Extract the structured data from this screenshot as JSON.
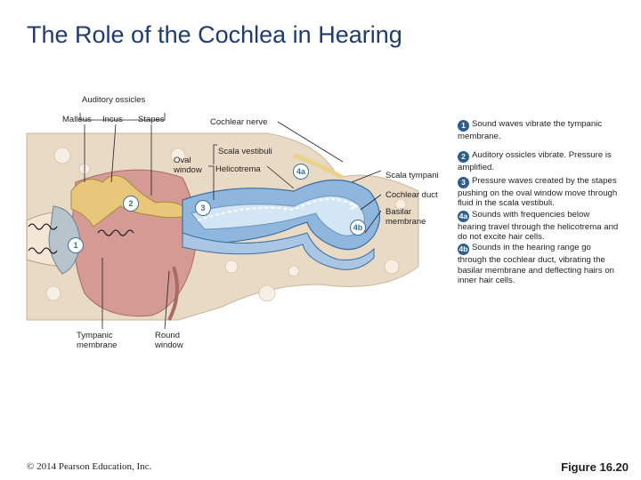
{
  "title": "The Role of the Cochlea in Hearing",
  "labels": {
    "auditory_ossicles": "Auditory ossicles",
    "malleus": "Malleus",
    "incus": "Incus",
    "stapes": "Stapes",
    "cochlear_nerve": "Cochlear nerve",
    "scala_vestibuli": "Scala vestibuli",
    "oval_window": "Oval window",
    "helicotrema": "Helicotrema",
    "scala_tympani": "Scala tympani",
    "cochlear_duct": "Cochlear duct",
    "basilar_membrane": "Basilar membrane",
    "tympanic_membrane": "Tympanic membrane",
    "round_window": "Round window"
  },
  "steps": [
    {
      "num": "1",
      "text": "Sound waves vibrate the tympanic membrane."
    },
    {
      "num": "2",
      "text": "Auditory ossicles vibrate. Pressure is amplified."
    },
    {
      "num": "3",
      "text": "Pressure waves created by the stapes pushing on the oval window move through fluid in the scala vestibuli."
    },
    {
      "num": "4a",
      "text": "Sounds with frequencies below hearing travel through the helicotrema and do not excite hair cells."
    },
    {
      "num": "4b",
      "text": "Sounds in the hearing range go through the cochlear duct, vibrating the basilar membrane and deflecting hairs on inner hair cells."
    }
  ],
  "diagram_markers": {
    "m1": "1",
    "m2": "2",
    "m3": "3",
    "m4a": "4a",
    "m4b": "4b"
  },
  "copyright": "© 2014 Pearson Education, Inc.",
  "figure_label": "Figure 16.20",
  "colors": {
    "title": "#1f3b70",
    "badge": "#2e5e8c",
    "bone": "#e6d6c0",
    "canal": "#8fb6dc",
    "duct": "#cfe3f4",
    "tissue": "#c98a8a"
  }
}
